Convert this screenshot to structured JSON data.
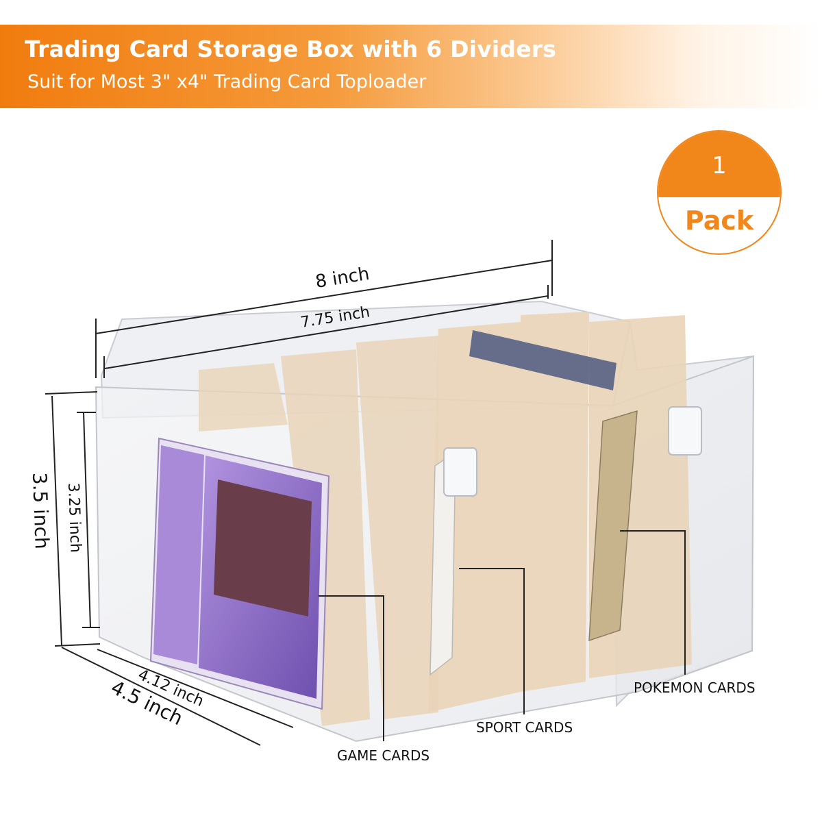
{
  "header": {
    "title": "Trading Card Storage Box with 6 Dividers",
    "subtitle": "Suit for Most 3\" x4\" Trading Card Toploader"
  },
  "badge": {
    "number": "1",
    "label": "Pack"
  },
  "dimensions": {
    "outer_length": "8 inch",
    "inner_length": "7.75 inch",
    "outer_height": "3.5 inch",
    "inner_height": "3.25 inch",
    "inner_width": "4.12 inch",
    "outer_width": "4.5 inch"
  },
  "callouts": {
    "game": "GAME CARDS",
    "sport": "SPORT CARDS",
    "pokemon": "POKEMON CARDS"
  },
  "colors": {
    "accent": "#f1861a",
    "divider": "#e9d4b8",
    "card_purple": "#8b6cc4"
  }
}
